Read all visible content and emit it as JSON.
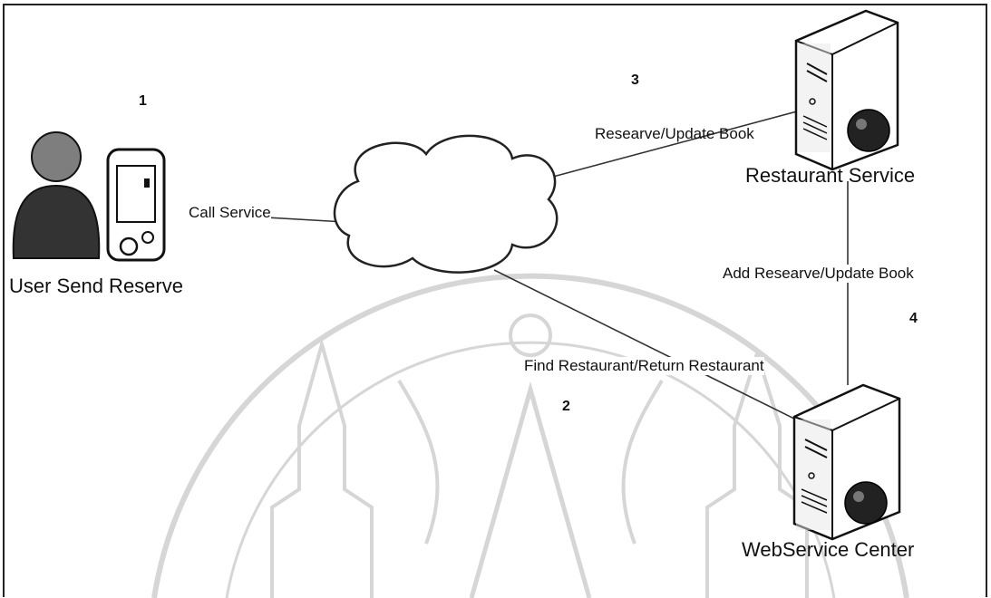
{
  "steps": [
    "1",
    "2",
    "3",
    "4"
  ],
  "nodes": {
    "user": "User Send Reserve",
    "restaurant": "Restaurant Service",
    "center": "WebService Center",
    "network": ""
  },
  "edges": {
    "call": "Call Service",
    "reserve": "Researve/Update Book",
    "find": "Find Restaurant/Return Restaurant",
    "add": "Add Researve/Update Book"
  },
  "colors": {
    "line": "#333333",
    "watermark": "#d9d9d9",
    "server_dark": "#222222"
  }
}
